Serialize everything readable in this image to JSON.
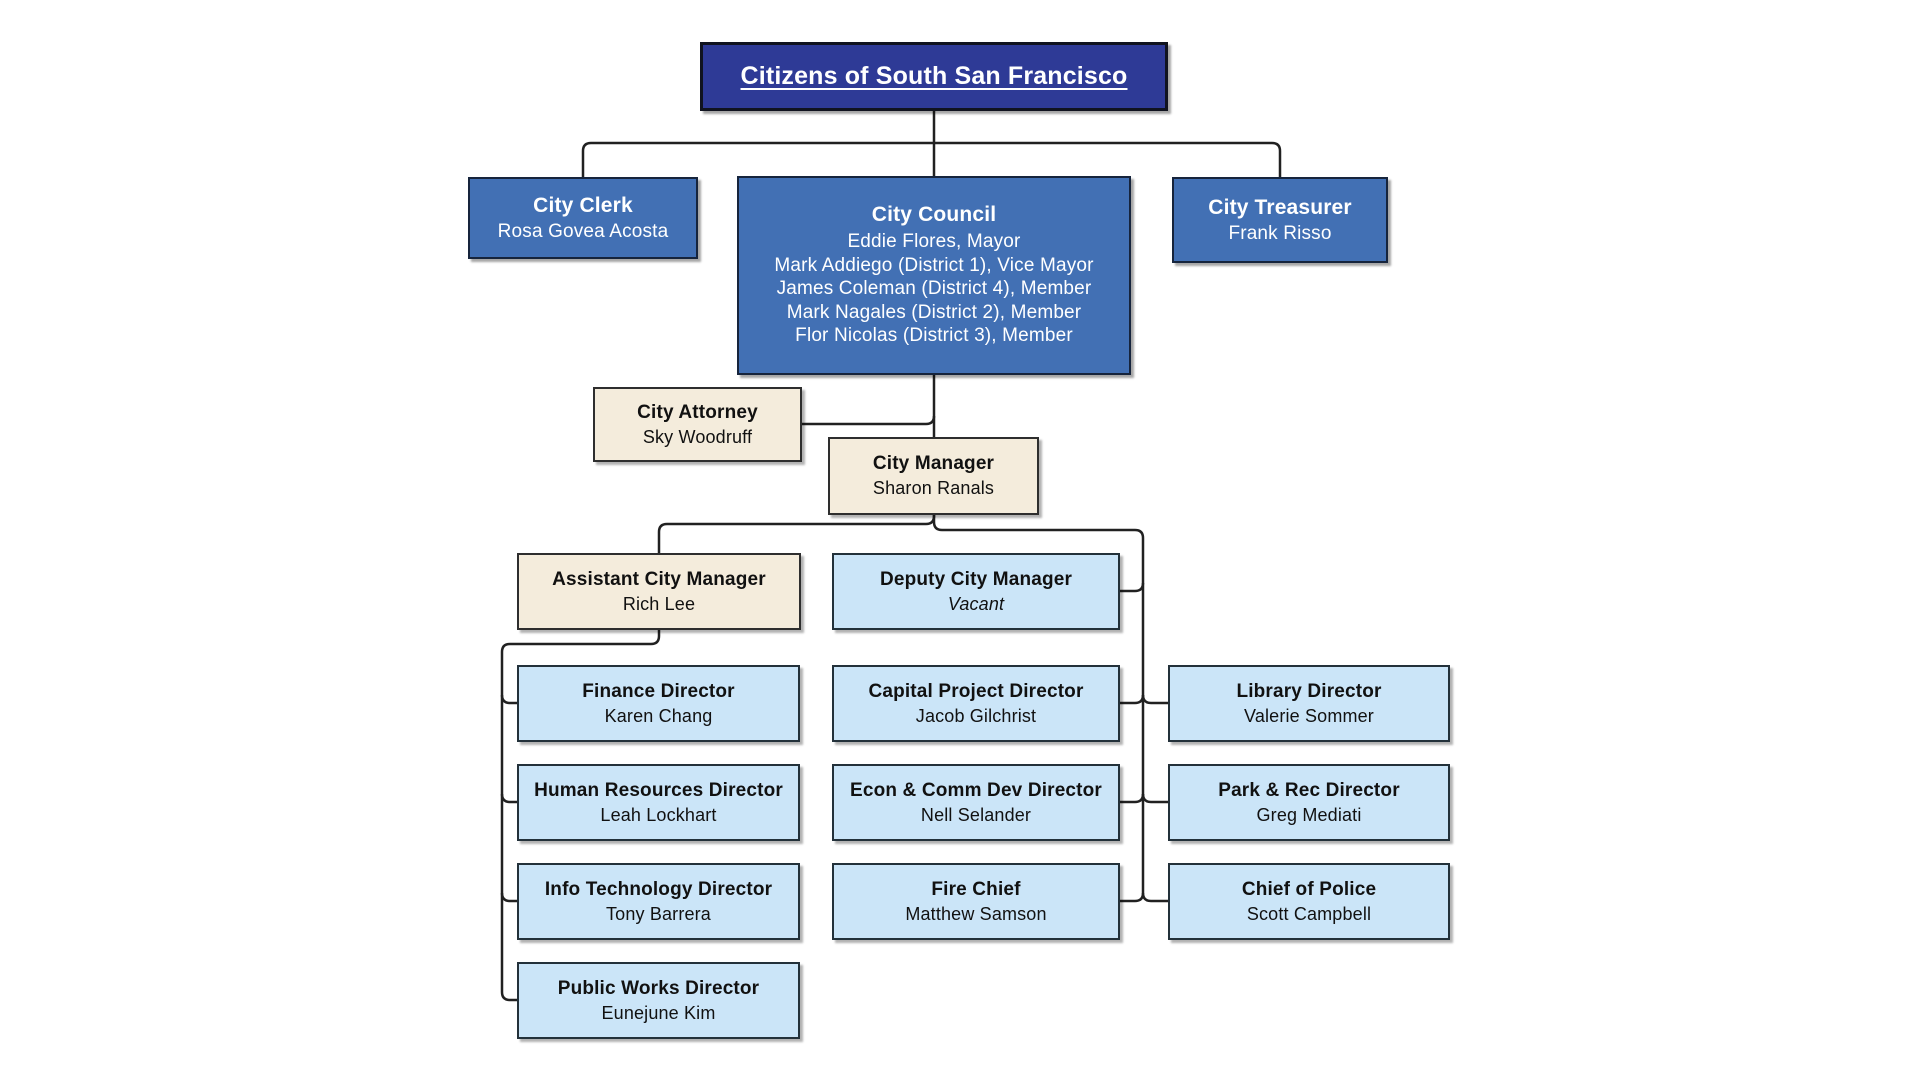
{
  "org_chart": {
    "colors": {
      "navy": "#2e3a96",
      "blue": "#4270b4",
      "cream": "#f4ecdc",
      "lightblue": "#cbe5f8",
      "line": "#212121",
      "text_on_blue": "#ffffff",
      "text_on_light": "#111111"
    },
    "nodes": {
      "citizens": {
        "title": "Citizens of South San Francisco"
      },
      "clerk": {
        "title": "City Clerk",
        "name": "Rosa Govea Acosta"
      },
      "council": {
        "title": "City Council",
        "members": [
          "Eddie Flores, Mayor",
          "Mark Addiego (District 1), Vice Mayor",
          "James Coleman (District 4), Member",
          "Mark Nagales (District 2), Member",
          "Flor Nicolas (District 3), Member"
        ]
      },
      "treasurer": {
        "title": "City Treasurer",
        "name": "Frank Risso"
      },
      "attorney": {
        "title": "City Attorney",
        "name": "Sky Woodruff"
      },
      "manager": {
        "title": "City Manager",
        "name": "Sharon Ranals"
      },
      "assistant": {
        "title": "Assistant City Manager",
        "name": "Rich Lee"
      },
      "deputy": {
        "title": "Deputy City Manager",
        "name": "Vacant"
      },
      "finance": {
        "title": "Finance Director",
        "name": "Karen Chang"
      },
      "hr": {
        "title": "Human Resources Director",
        "name": "Leah Lockhart"
      },
      "it": {
        "title": "Info Technology Director",
        "name": "Tony Barrera"
      },
      "pw": {
        "title": "Public Works Director",
        "name": "Eunejune Kim"
      },
      "capital": {
        "title": "Capital Project Director",
        "name": "Jacob Gilchrist"
      },
      "econ": {
        "title": "Econ & Comm Dev Director",
        "name": "Nell Selander"
      },
      "fire": {
        "title": "Fire Chief",
        "name": "Matthew Samson"
      },
      "library": {
        "title": "Library Director",
        "name": "Valerie Sommer"
      },
      "park": {
        "title": "Park & Rec Director",
        "name": "Greg Mediati"
      },
      "police": {
        "title": "Chief of Police",
        "name": "Scott Campbell"
      }
    },
    "edges": [
      [
        "citizens",
        "clerk"
      ],
      [
        "citizens",
        "council"
      ],
      [
        "citizens",
        "treasurer"
      ],
      [
        "council",
        "manager"
      ],
      [
        "attorney",
        "council_manager_connector"
      ],
      [
        "manager",
        "assistant"
      ],
      [
        "manager",
        "deputy"
      ],
      [
        "manager",
        "capital"
      ],
      [
        "manager",
        "econ"
      ],
      [
        "manager",
        "fire"
      ],
      [
        "manager",
        "library"
      ],
      [
        "manager",
        "park"
      ],
      [
        "manager",
        "police"
      ],
      [
        "assistant",
        "finance"
      ],
      [
        "assistant",
        "hr"
      ],
      [
        "assistant",
        "it"
      ],
      [
        "assistant",
        "pw"
      ]
    ]
  }
}
